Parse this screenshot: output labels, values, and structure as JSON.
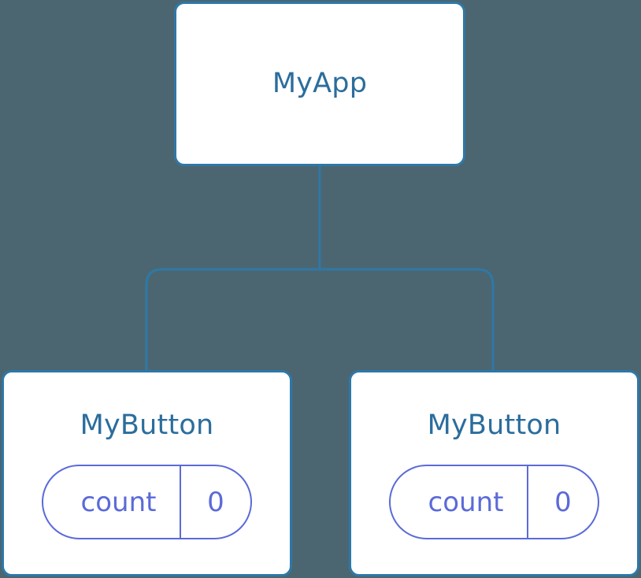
{
  "canvas": {
    "background_color": "#4b6670",
    "node_border_color": "#2e78a8",
    "node_fill_color": "#ffffff",
    "node_title_color": "#2b6d9c",
    "state_accent_color": "#5b6ad8",
    "connector_color": "#2e78a8"
  },
  "tree": {
    "root": {
      "title": "MyApp"
    },
    "children": [
      {
        "title": "MyButton",
        "state": {
          "key": "count",
          "value": "0"
        }
      },
      {
        "title": "MyButton",
        "state": {
          "key": "count",
          "value": "0"
        }
      }
    ]
  }
}
